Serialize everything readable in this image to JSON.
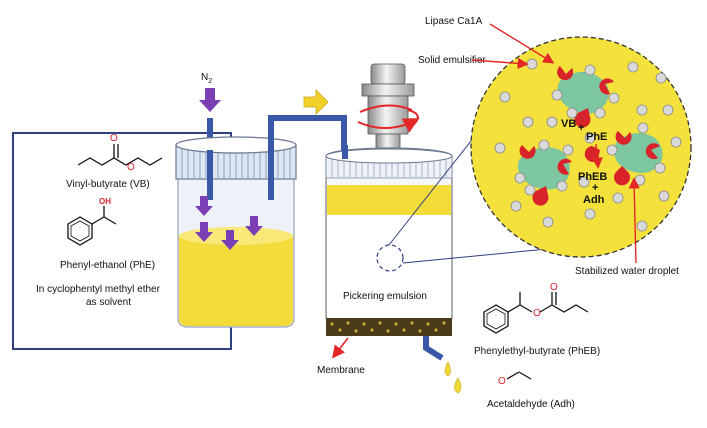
{
  "reactant_panel": {
    "vinyl_butyrate": "Vinyl-butyrate (VB)",
    "phenyl_ethanol": "Phenyl-ethanol (PhE)",
    "solvent_line1": "In cyclophentyl methyl ether",
    "solvent_line2": "as solvent",
    "oh_group": "OH",
    "ester_o": "O"
  },
  "gas_inlet": {
    "label": "N",
    "subscript": "2"
  },
  "reactor": {
    "label": "Pickering emulsion",
    "membrane": "Membrane"
  },
  "droplet_view": {
    "lipase": "Lipase Ca1A",
    "solid_emulsifier": "Solid emulsifier",
    "stabilized_droplet": "Stabilized water droplet",
    "vb": "VB",
    "plus1": "+",
    "phe": "PhE",
    "pheb": "PhEB",
    "plus2": "+",
    "adh": "Adh"
  },
  "products": {
    "phenylethyl_butyrate": "Phenylethyl-butyrate (PhEB)",
    "acetaldehyde": "Acetaldehyde (Adh)",
    "ester_o": "O",
    "aldehyde_o": "O"
  },
  "colors": {
    "liquid": "#f3dc3a",
    "droplet_zone": "#f4e13c",
    "arrow_purple": "#7b3fb5",
    "tube_blue": "#3a58a8",
    "pointer_red": "#e32626",
    "water_droplet": "#7cc7a0",
    "enzyme_red": "#d8232a",
    "yellow_arrow": "#f2d22a"
  }
}
